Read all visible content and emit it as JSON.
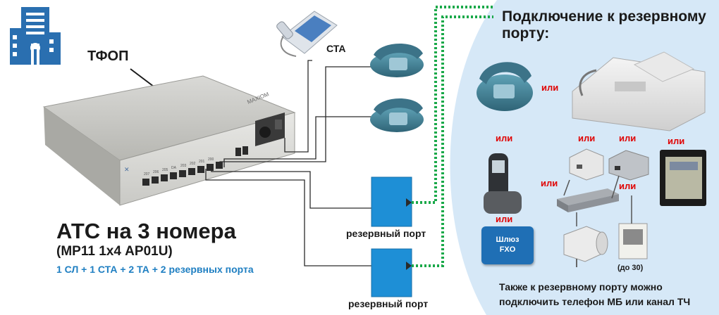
{
  "title": "Подключение к резервному порту:",
  "labels": {
    "pstn": "ТФОП",
    "sta": "СТА",
    "pbx_title": "АТС на 3 номера",
    "pbx_model": "(МР11 1х4 АР01U)",
    "pbx_config": "1 СЛ + 1 СТА + 2 ТА + 2 резервных порта",
    "reserve_port_1": "резервный порт",
    "reserve_port_2": "резервный порт",
    "up_to": "(до 30)",
    "gateway_line1": "Шлюз",
    "gateway_line2": "FXO",
    "footer": "Также к резервному порту можно подключить телефон МБ или канал ТЧ",
    "or": "или"
  },
  "device_panel_labels": [
    "207",
    "206",
    "205",
    "DA",
    "203",
    "202",
    "201",
    "200"
  ],
  "brand_text": "MAXIOM",
  "colors": {
    "accent_blue": "#1f7fc2",
    "port_box": "#1e8fd6",
    "panel_bg": "#d6e8f7",
    "or_red": "#e00000",
    "dotted_green": "#18a848",
    "phone_teal": "#3f7f92"
  }
}
